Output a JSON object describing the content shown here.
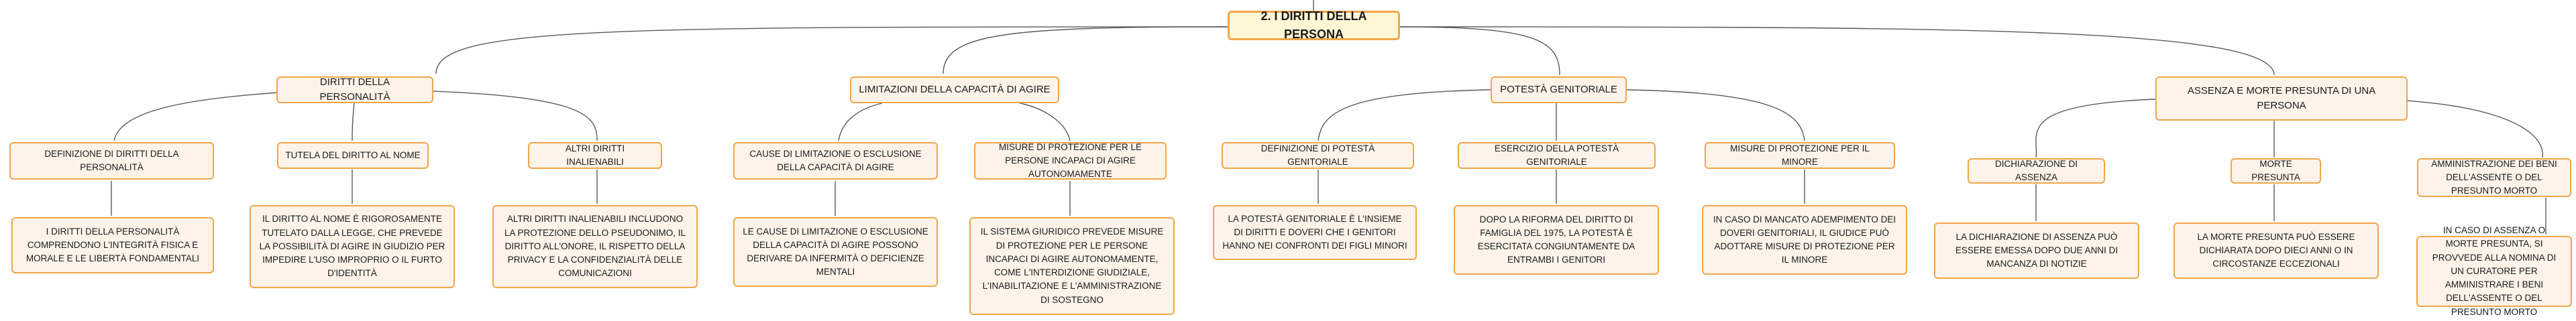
{
  "root": "2. I DIRITTI DELLA PERSONA",
  "branches": [
    {
      "title": "DIRITTI DELLA PERSONALITÀ",
      "children": [
        {
          "title": "DEFINIZIONE DI DIRITTI DELLA PERSONALITÀ",
          "detail": "I DIRITTI DELLA PERSONALITÀ COMPRENDONO L'INTEGRITÀ FISICA E MORALE E LE LIBERTÀ FONDAMENTALI"
        },
        {
          "title": "TUTELA DEL DIRITTO AL NOME",
          "detail": "IL DIRITTO AL NOME È RIGOROSAMENTE TUTELATO DALLA LEGGE, CHE PREVEDE LA POSSIBILITÀ DI AGIRE IN GIUDIZIO PER IMPEDIRE L'USO IMPROPRIO O IL FURTO D'IDENTITÀ"
        },
        {
          "title": "ALTRI DIRITTI INALIENABILI",
          "detail": "ALTRI DIRITTI INALIENABILI INCLUDONO LA PROTEZIONE DELLO PSEUDONIMO, IL DIRITTO ALL'ONORE, IL RISPETTO DELLA PRIVACY E LA CONFIDENZIALITÀ DELLE COMUNICAZIONI"
        }
      ]
    },
    {
      "title": "LIMITAZIONI DELLA CAPACITÀ DI AGIRE",
      "children": [
        {
          "title": "CAUSE DI LIMITAZIONE O ESCLUSIONE DELLA CAPACITÀ DI AGIRE",
          "detail": "LE CAUSE DI LIMITAZIONE O ESCLUSIONE DELLA CAPACITÀ DI AGIRE POSSONO DERIVARE DA INFERMITÀ O DEFICIENZE MENTALI"
        },
        {
          "title": "MISURE DI PROTEZIONE PER LE PERSONE INCAPACI DI AGIRE AUTONOMAMENTE",
          "detail": "IL SISTEMA GIURIDICO PREVEDE MISURE DI PROTEZIONE PER LE PERSONE INCAPACI DI AGIRE AUTONOMAMENTE, COME L'INTERDIZIONE GIUDIZIALE, L'INABILITAZIONE E L'AMMINISTRAZIONE DI SOSTEGNO"
        }
      ]
    },
    {
      "title": "POTESTÀ GENITORIALE",
      "children": [
        {
          "title": "DEFINIZIONE DI POTESTÀ GENITORIALE",
          "detail": "LA POTESTÀ GENITORIALE È L'INSIEME DI DIRITTI E DOVERI CHE I GENITORI HANNO NEI CONFRONTI DEI FIGLI MINORI"
        },
        {
          "title": "ESERCIZIO DELLA POTESTÀ GENITORIALE",
          "detail": "DOPO LA RIFORMA DEL DIRITTO DI FAMIGLIA DEL 1975, LA POTESTÀ È ESERCITATA CONGIUNTAMENTE DA ENTRAMBI I GENITORI"
        },
        {
          "title": "MISURE DI PROTEZIONE PER IL MINORE",
          "detail": "IN CASO DI MANCATO ADEMPIMENTO DEI DOVERI GENITORIALI, IL GIUDICE PUÒ ADOTTARE MISURE DI PROTEZIONE PER IL MINORE"
        }
      ]
    },
    {
      "title": "ASSENZA E MORTE PRESUNTA DI UNA PERSONA",
      "children": [
        {
          "title": "DICHIARAZIONE DI ASSENZA",
          "detail": "LA DICHIARAZIONE DI ASSENZA PUÒ ESSERE EMESSA DOPO DUE ANNI DI MANCANZA DI NOTIZIE"
        },
        {
          "title": "MORTE PRESUNTA",
          "detail": "LA MORTE PRESUNTA PUÒ ESSERE DICHIARATA DOPO DIECI ANNI O IN CIRCOSTANZE ECCEZIONALI"
        },
        {
          "title": "AMMINISTRAZIONE DEI BENI DELL'ASSENTE O DEL PRESUNTO MORTO",
          "detail": "IN CASO DI ASSENZA O MORTE PRESUNTA, SI PROVVEDE ALLA NOMINA DI UN CURATORE PER AMMINISTRARE I BENI DELL'ASSENTE O DEL PRESUNTO MORTO"
        }
      ]
    }
  ]
}
